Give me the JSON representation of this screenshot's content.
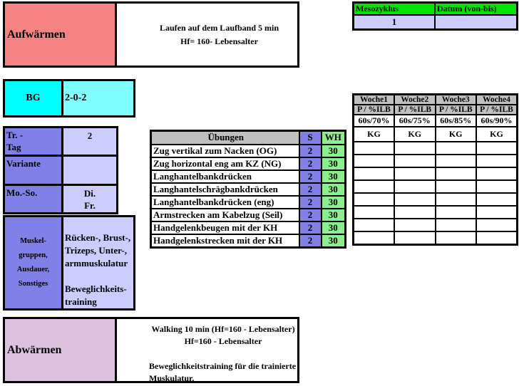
{
  "colors": {
    "warmup_fill": "#f58383",
    "cooldown_fill": "#dcc2de",
    "header_green": "#00e400",
    "light_purple": "#ccccff",
    "medium_purple": "#8080e8",
    "cyan": "#00ffff",
    "light_cyan": "#7fffff",
    "header_gray": "#c0c0c0",
    "light_green": "#8cee8c",
    "grid_black": "#000000"
  },
  "warmup": {
    "title": "Aufwärmen",
    "lines": [
      "Laufen auf dem Laufband 5 min",
      "Hf= 160- Lebensalter"
    ]
  },
  "meso": {
    "cycle_label": "Mesozyklus",
    "cycle_value": "1",
    "date_label": "Datum (von-bis)",
    "date_value": ""
  },
  "bg": {
    "label": "BG",
    "value": "2-0-2"
  },
  "info": {
    "rows": [
      {
        "label": "Tr. -\nTag",
        "value": "2"
      },
      {
        "label": "Variante",
        "value": ""
      },
      {
        "label": "Mo.-So.",
        "value": "Di.\nFr."
      }
    ]
  },
  "muscle": {
    "label": "Muskel-\ngruppen,\nAusdauer,\nSonstiges",
    "value": "Rücken-, Brust-,\nTrizeps, Unter-,\narmmuskulatur\n\nBeweglichkeits-\ntraining"
  },
  "exercises": {
    "header": {
      "name": "Übungen",
      "sets": "S",
      "reps": "WH"
    },
    "rows": [
      {
        "name": "Zug vertikal zum Nacken (OG)",
        "s": "2",
        "wh": "30"
      },
      {
        "name": "Zug horizontal eng am KZ (NG)",
        "s": "2",
        "wh": "30"
      },
      {
        "name": "Langhantelbankdrücken",
        "s": "2",
        "wh": "30"
      },
      {
        "name": "Langhantelschrägbankdrücken",
        "s": "2",
        "wh": "30"
      },
      {
        "name": "Langhantelbankdrücken (eng)",
        "s": "2",
        "wh": "30"
      },
      {
        "name": "Armstrecken am Kabelzug  (Seil)",
        "s": "2",
        "wh": "30"
      },
      {
        "name": "Handgelenkbeugen mit der KH",
        "s": "2",
        "wh": "30"
      },
      {
        "name": "Handgelenkstrecken mit der KH",
        "s": "2",
        "wh": "30"
      }
    ]
  },
  "weeks": {
    "columns": [
      {
        "title": "Woche1",
        "pilb": "P / %ILB",
        "scheme": "60s/70%",
        "unit": "KG"
      },
      {
        "title": "Woche2",
        "pilb": "P / %ILB",
        "scheme": "60s/75%",
        "unit": "KG"
      },
      {
        "title": "Woche3",
        "pilb": "P / %ILB",
        "scheme": "60s/85%",
        "unit": "KG"
      },
      {
        "title": "Woche4",
        "pilb": "P / %ILB",
        "scheme": "60s/90%",
        "unit": "KG"
      }
    ]
  },
  "cooldown": {
    "title": "Abwärmen",
    "center_lines": [
      "Walking 10 min (Hf=160 - Lebensalter)",
      "Hf=160 - Lebensalter"
    ],
    "left_text": "Beweglichkeitstraining für die trainierte\nMuskulatur."
  }
}
